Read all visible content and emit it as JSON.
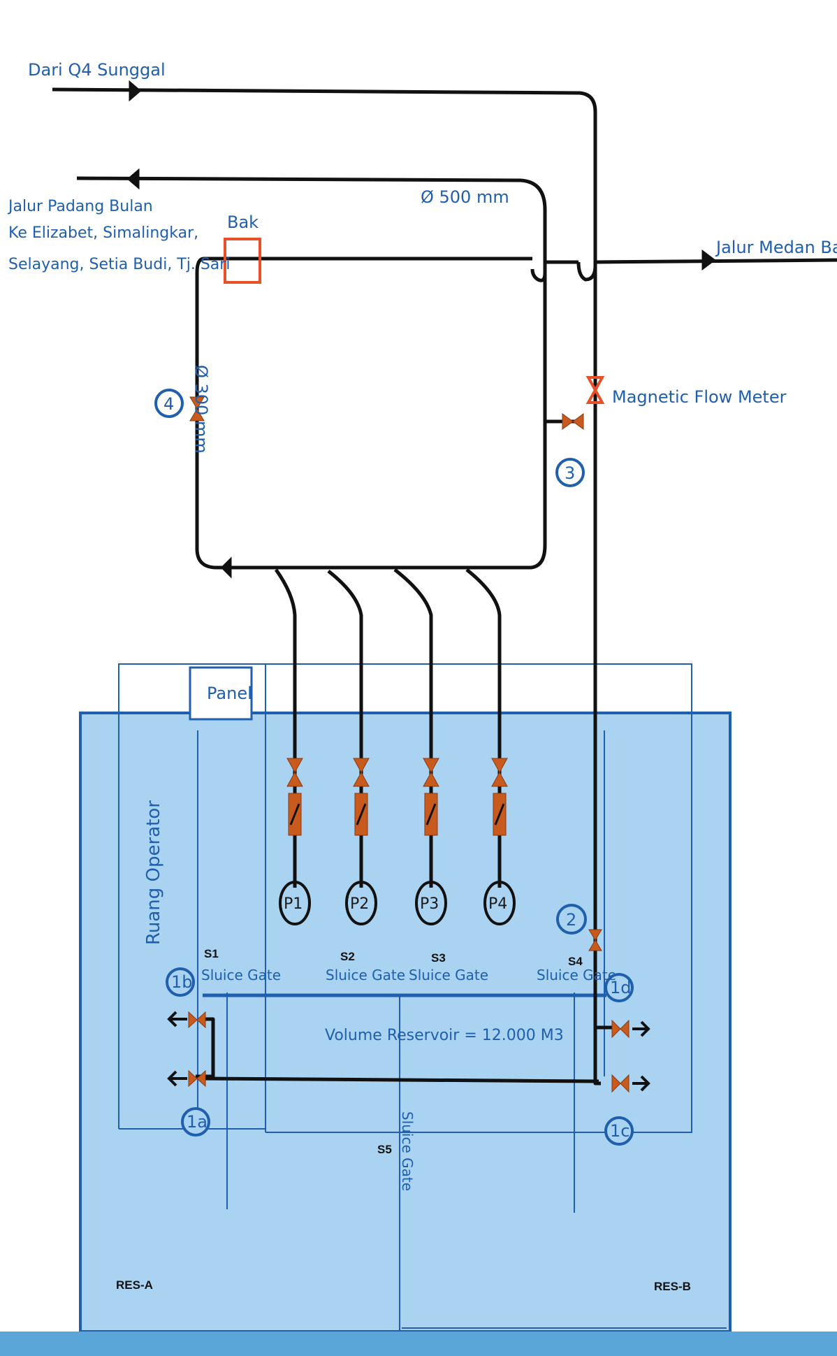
{
  "labels": {
    "dari": "Dari Q4 Sunggal",
    "jalur_padang_1": "Jalur Padang Bulan",
    "jalur_padang_2": "Ke Elizabet, Simalingkar,",
    "jalur_padang_3": "Selayang, Setia Budi, Tj. Sari",
    "diameter_500": "Ø 500 mm",
    "bak": "Bak",
    "jalur_medan": "Jalur Medan Baru",
    "diameter_300": "Ø 300 mm",
    "magnetic": "Magnetic Flow Meter",
    "panel": "Panel",
    "ruang": "Ruang Operator",
    "volume": "Volume Reservoir = 12.000 M3",
    "sluice": "Sluice Gate",
    "s1": "S1",
    "s2": "S2",
    "s3": "S3",
    "s4": "S4",
    "s5": "S5",
    "res_a": "RES-A",
    "res_b": "RES-B"
  },
  "valves": {
    "v4": "4",
    "v3": "3",
    "v2": "2",
    "v1a": "1a",
    "v1b": "1b",
    "v1c": "1c",
    "v1d": "1d"
  },
  "pumps": {
    "p1": "P1",
    "p2": "P2",
    "p3": "P3",
    "p4": "P4"
  },
  "colors": {
    "pipe": "#111111",
    "reservoir": "#a9d3f0",
    "outline": "#1f5fae",
    "valve": "#c85a1e",
    "bak": "#e8502a"
  }
}
